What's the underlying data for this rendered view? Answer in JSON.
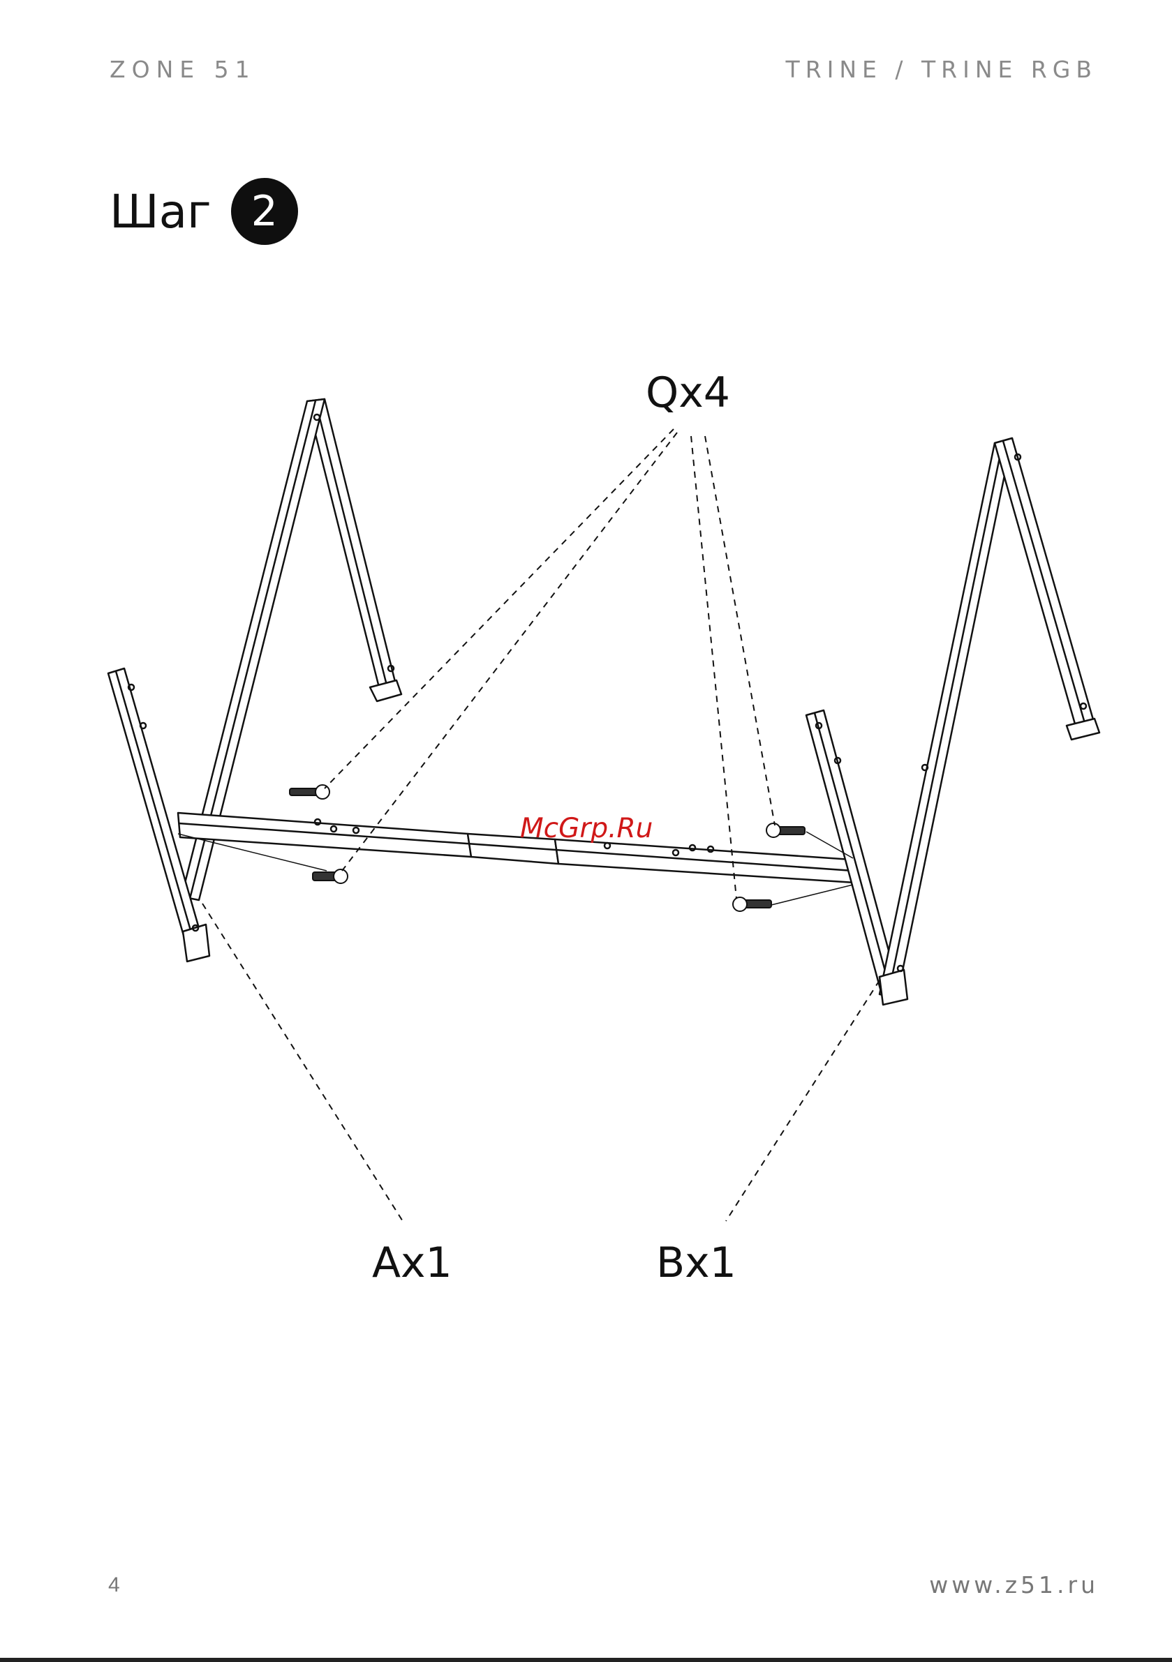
{
  "header": {
    "brand": "ZONE 51",
    "product": "TRINE / TRINE RGB"
  },
  "step": {
    "word": "Шаг",
    "number": "2"
  },
  "diagram": {
    "labels": {
      "q": "Qx4",
      "a": "Ax1",
      "b": "Bx1"
    },
    "watermark": "McGrp.Ru"
  },
  "footer": {
    "page_number": "4",
    "website": "www.z51.ru"
  },
  "colors": {
    "line": "#111111",
    "watermark": "#d01818",
    "header_text": "#8a8a8a"
  }
}
